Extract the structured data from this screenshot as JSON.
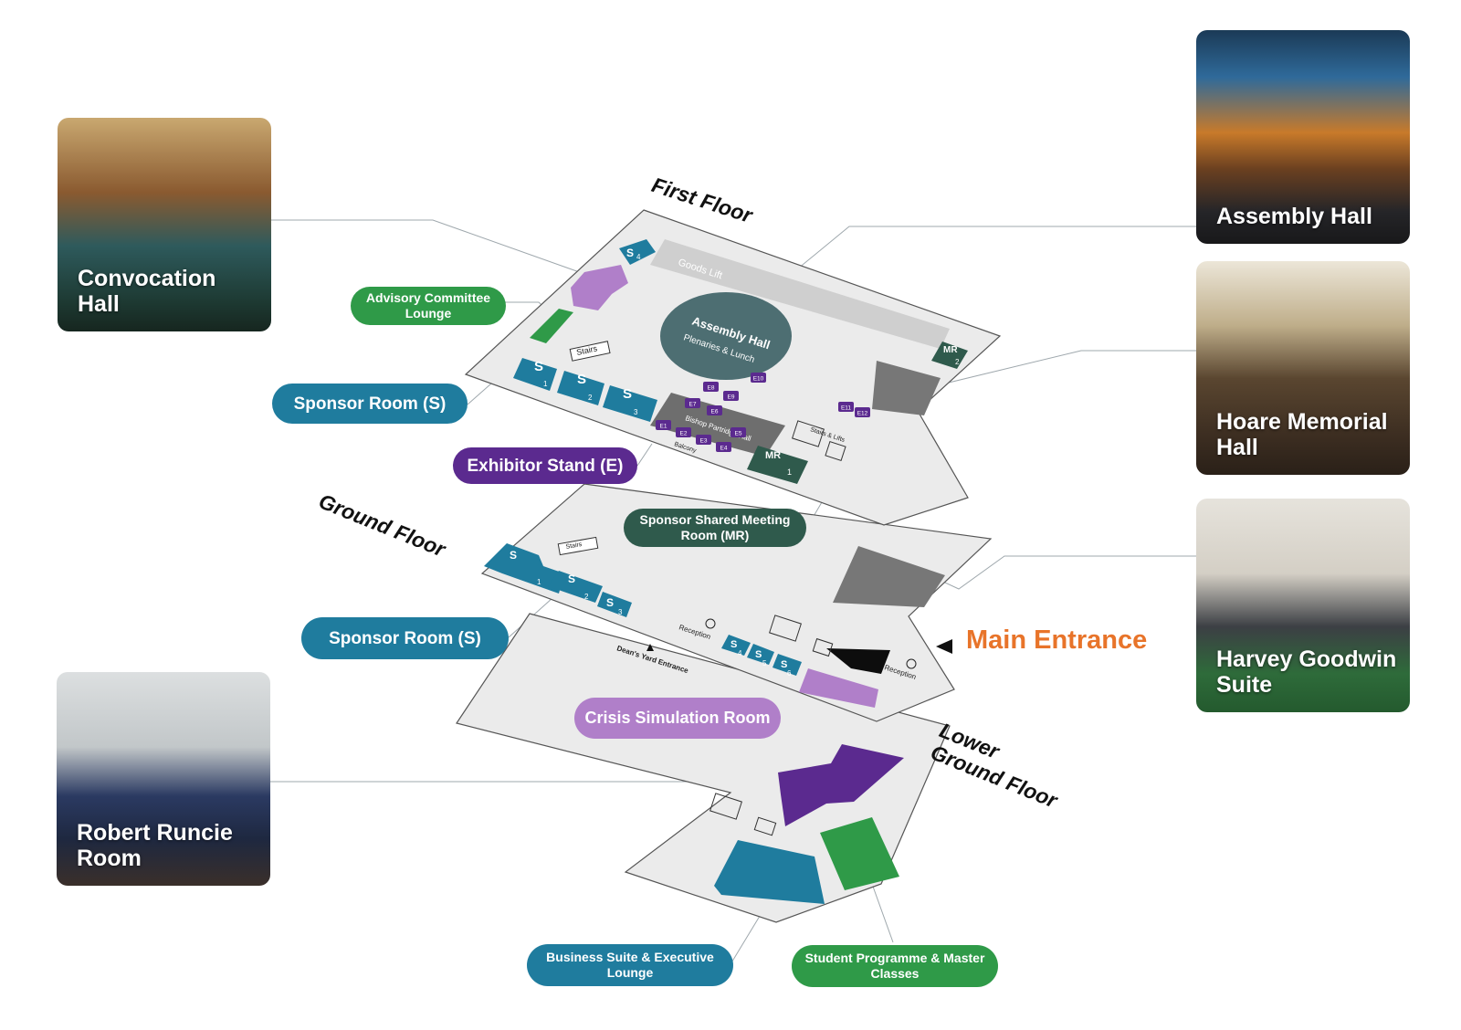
{
  "floors": {
    "first": "First Floor",
    "ground": "Ground Floor",
    "lower": "Lower\nGround Floor"
  },
  "main_entrance": "Main Entrance",
  "map_labels": {
    "goods_lift": "Goods Lift",
    "assembly_title": "Assembly Hall",
    "assembly_sub": "Plenaries & Lunch",
    "stairs": "Stairs",
    "bishop": "Bishop Partridge Hall",
    "balcony": "Balcony",
    "stairs_lifts": "Stairs & Lifts",
    "reception": "Reception",
    "deans_yard": "Dean's Yard Entrance",
    "mr": "MR",
    "s": "S",
    "mr1": "1",
    "mr2": "2"
  },
  "sponsor_numbers_first": [
    "1",
    "2",
    "3",
    "4"
  ],
  "sponsor_numbers_ground": [
    "1",
    "2",
    "3",
    "4",
    "5",
    "6"
  ],
  "exhibitors": [
    "E1",
    "E2",
    "E3",
    "E4",
    "E5",
    "E6",
    "E7",
    "E8",
    "E9",
    "E10",
    "E11",
    "E12"
  ],
  "pills": {
    "advisory": "Advisory Committee Lounge",
    "sponsor_first": "Sponsor Room (S)",
    "exhibitor": "Exhibitor Stand (E)",
    "shared": "Sponsor Shared Meeting Room (MR)",
    "sponsor_ground": "Sponsor Room (S)",
    "crisis": "Crisis Simulation Room",
    "business": "Business Suite & Executive Lounge",
    "student": "Student Programme & Master Classes"
  },
  "photos": {
    "convocation": "Convocation Hall",
    "assembly": "Assembly Hall",
    "hoare": "Hoare Memorial Hall",
    "harvey": "Harvey Goodwin Suite",
    "runcie": "Robert Runcie Room"
  },
  "colors": {
    "sponsor_blue": "#1f7c9e",
    "exhibitor_purple": "#5b2a8f",
    "meeting_dark_green": "#2f5a4c",
    "advisory_green": "#2f9a48",
    "crisis_lavender": "#b07fc9",
    "floor_grey": "#ebebeb",
    "main_entrance_orange": "#e8742a"
  },
  "icons": [
    "arrow-left-icon",
    "info-icon"
  ]
}
